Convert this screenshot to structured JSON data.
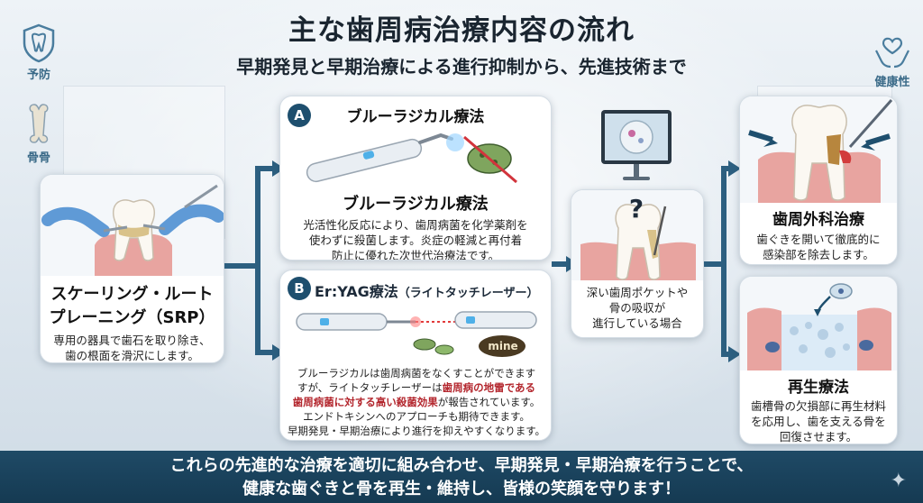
{
  "header": {
    "title": "主な歯周病治療内容の流れ",
    "subtitle": "早期発見と早期治療による進行抑制から、先進技術まで"
  },
  "side_icons": {
    "prevention": "予防",
    "bone": "骨骨",
    "health": "健康性"
  },
  "srp": {
    "title_line1": "スケーリング・ルート",
    "title_line2": "プレーニング（SRP）",
    "text_line1": "専用の器具で歯石を取り除き、",
    "text_line2": "歯の根面を滑沢にします。"
  },
  "blue_radical": {
    "badge": "A",
    "heading": "ブルーラジカル療法",
    "title": "ブルーラジカル療法",
    "text_line1": "光活性化反応により、歯周病菌を化学薬剤を",
    "text_line2": "使わずに殺菌します。炎症の軽減と再付着",
    "text_line3": "防止に優れた次世代治療法です。"
  },
  "eryag": {
    "badge": "B",
    "heading": "Er:YAG療法",
    "heading_sub": "（ライトタッチレーザー）",
    "device_label": "mine",
    "line1": "ブルーラジカルは歯周病菌をなくすことができます",
    "line2_a": "すが、ライトタッチレーザーは",
    "line2_b": "歯周病の地雷である",
    "line3_a": "歯周病菌に対する高い殺菌効果",
    "line3_b": "が報告されています。",
    "line4": "エンドトキシンへのアプローチも期待できます。",
    "line5": "早期発見・早期治療により進行を抑えやすくなります。"
  },
  "deep_pocket": {
    "symbol": "?",
    "text_line1": "深い歯周ポケットや",
    "text_line2": "骨の吸収が",
    "text_line3": "進行している場合"
  },
  "surgery": {
    "title": "歯周外科治療",
    "text_line1": "歯ぐきを開いて徹底的に",
    "text_line2": "感染部を除去します。"
  },
  "regeneration": {
    "title": "再生療法",
    "text_line1": "歯槽骨の欠損部に再生材料",
    "text_line2": "を応用し、歯を支える骨を",
    "text_line3": "回復させます。"
  },
  "footer": {
    "line1": "これらの先進的な治療を適切に組み合わせ、早期発見・早期治療を行うことで、",
    "line2": "健康な歯ぐきと骨を再生・維持し、皆様の笑顔を守ります！"
  },
  "colors": {
    "accent": "#1e4f6e",
    "arrow": "#2c5f80",
    "highlight_red": "#b3262d",
    "gum": "#e8a4a0",
    "footer_bg": "#153a52"
  }
}
